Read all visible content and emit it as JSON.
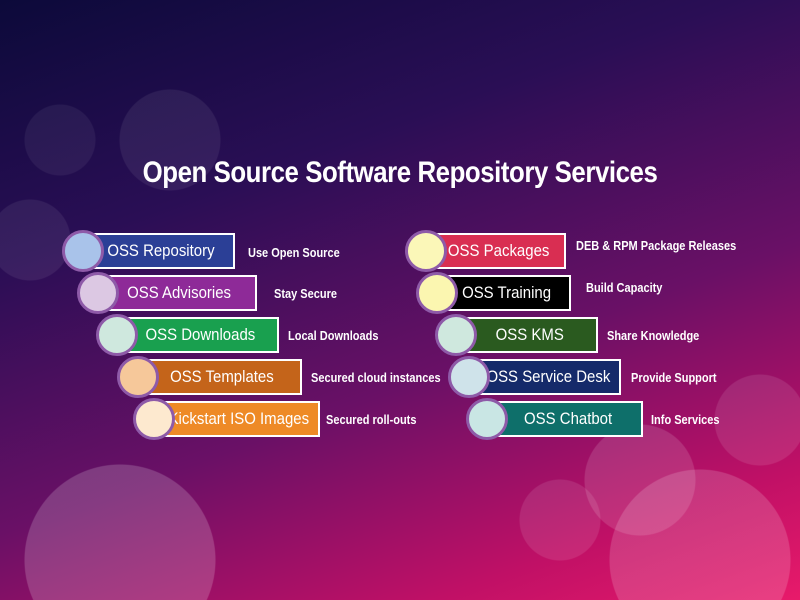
{
  "title": "Open Source Software Repository Services",
  "left_items": [
    {
      "label": "OSS Repository",
      "desc": "Use Open Source",
      "bar_color": "#2b3f96",
      "circle_color": "#a9c3ea"
    },
    {
      "label": "OSS Advisories",
      "desc": "Stay Secure",
      "bar_color": "#8e2a98",
      "circle_color": "#dcc8e3"
    },
    {
      "label": "OSS Downloads",
      "desc": "Local Downloads",
      "bar_color": "#19a04f",
      "circle_color": "#cfe8de"
    },
    {
      "label": "OSS Templates",
      "desc": "Secured cloud instances",
      "bar_color": "#c4641a",
      "circle_color": "#f6c89a"
    },
    {
      "label": "Kickstart ISO Images",
      "desc": "Secured roll-outs",
      "bar_color": "#ee8a26",
      "circle_color": "#fde9cf"
    }
  ],
  "right_items": [
    {
      "label": "OSS Packages",
      "desc": "DEB & RPM Package Releases",
      "bar_color": "#d92e52",
      "circle_color": "#fbf7b8"
    },
    {
      "label": "OSS Training",
      "desc": "Build Capacity",
      "bar_color": "#000000",
      "circle_color": "#fbf6b0"
    },
    {
      "label": "OSS KMS",
      "desc": "Share Knowledge",
      "bar_color": "#2a5a1f",
      "circle_color": "#cfe8de"
    },
    {
      "label": "OSS Service Desk",
      "desc": "Provide Support",
      "bar_color": "#152a6a",
      "circle_color": "#cfe3ea"
    },
    {
      "label": "OSS Chatbot",
      "desc": "Info Services",
      "bar_color": "#0e6f6a",
      "circle_color": "#c9e6e4"
    }
  ]
}
